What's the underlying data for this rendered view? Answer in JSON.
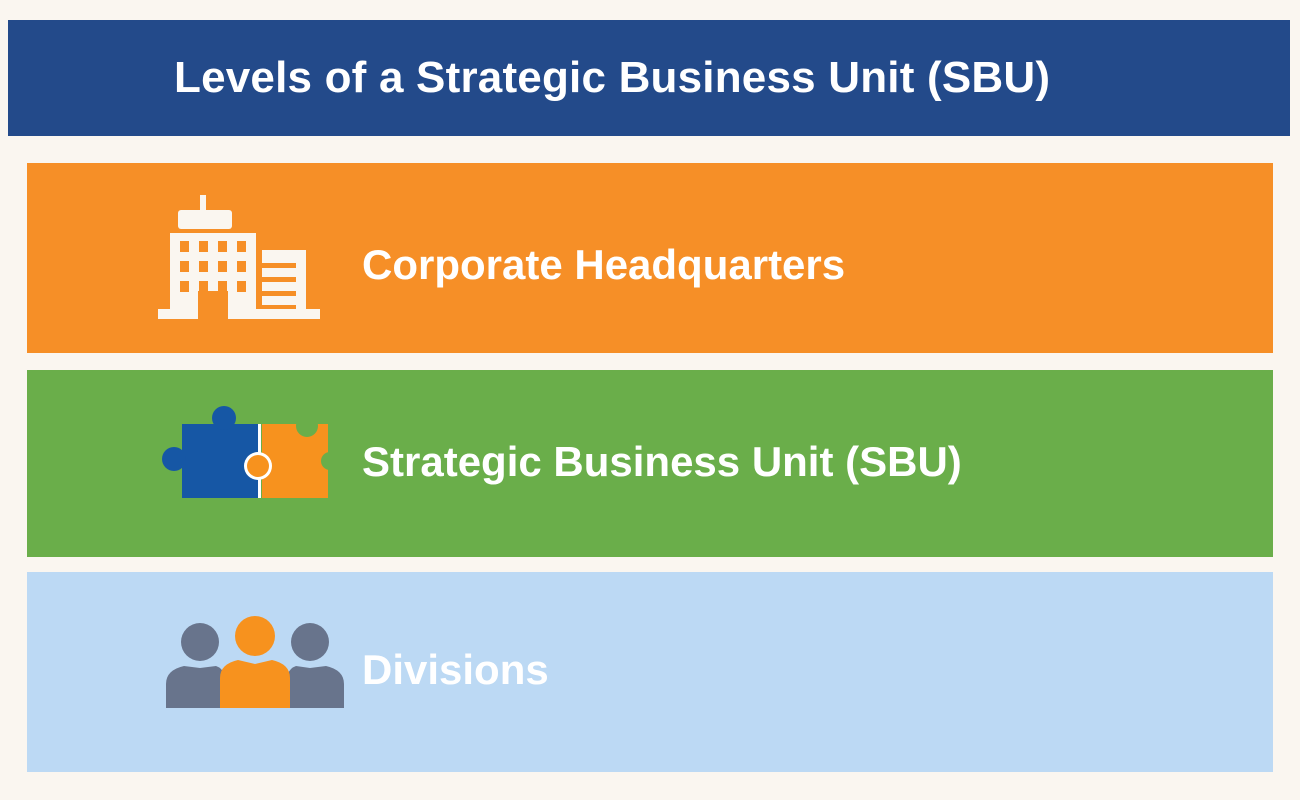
{
  "title": "Levels of a Strategic Business Unit (SBU)",
  "colors": {
    "background": "#FAF6F0",
    "title_bar": "#234A8A",
    "level_1": "#F68F27",
    "level_2": "#6AAE4A",
    "level_3": "#BCD9F4",
    "icon_light": "#FAF6F0",
    "icon_blue": "#1657A5",
    "icon_orange": "#F7921E",
    "icon_gray": "#68748C"
  },
  "levels": [
    {
      "label": "Corporate Headquarters",
      "icon": "office-building-icon"
    },
    {
      "label": "Strategic Business Unit (SBU)",
      "icon": "puzzle-pieces-icon"
    },
    {
      "label": "Divisions",
      "icon": "people-group-icon"
    }
  ]
}
